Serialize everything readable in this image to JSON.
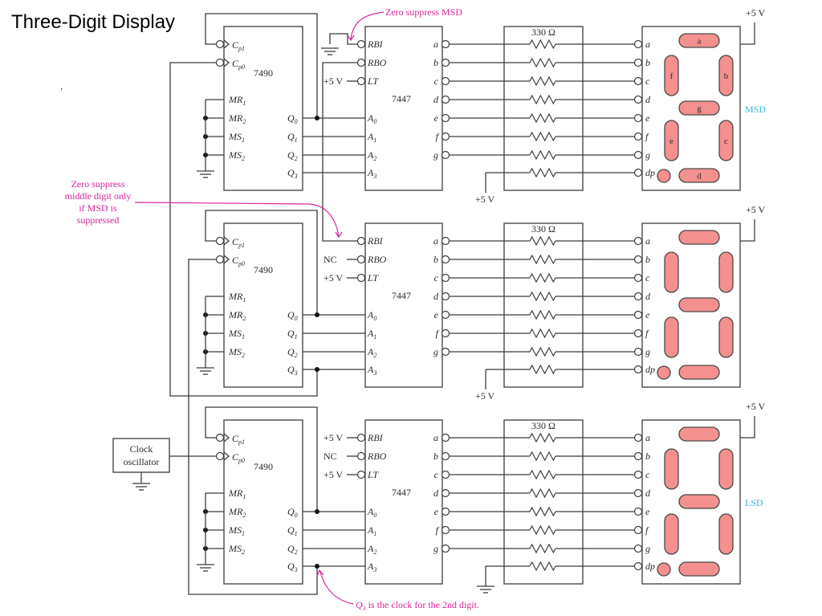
{
  "slide": {
    "title": "Three-Digit Display",
    "stray_mark": ","
  },
  "colors": {
    "segment_fill": "#f4908e",
    "annotation": "#d9249a",
    "digit_label": "#3cb4d8",
    "wire": "#3c3c3c"
  },
  "counter": {
    "chip": "7490",
    "clock_inputs": [
      {
        "main": "C",
        "sub": "p1"
      },
      {
        "main": "C",
        "sub": "p0"
      }
    ],
    "reset_inputs": [
      {
        "main": "MR",
        "sub": "1"
      },
      {
        "main": "MR",
        "sub": "2"
      },
      {
        "main": "MS",
        "sub": "1"
      },
      {
        "main": "MS",
        "sub": "2"
      }
    ],
    "outputs": [
      {
        "main": "Q",
        "sub": "0"
      },
      {
        "main": "Q",
        "sub": "1"
      },
      {
        "main": "Q",
        "sub": "2"
      },
      {
        "main": "Q",
        "sub": "3"
      }
    ]
  },
  "decoder": {
    "chip": "7447",
    "control_pins": [
      "RBI",
      "RBO",
      "LT"
    ],
    "inputs": [
      {
        "main": "A",
        "sub": "0"
      },
      {
        "main": "A",
        "sub": "1"
      },
      {
        "main": "A",
        "sub": "2"
      },
      {
        "main": "A",
        "sub": "3"
      }
    ],
    "outputs": [
      "a",
      "b",
      "c",
      "d",
      "e",
      "f",
      "g"
    ]
  },
  "resistor_network": {
    "value": "330 Ω",
    "count": 8
  },
  "display": {
    "pins": [
      "a",
      "b",
      "c",
      "d",
      "e",
      "f",
      "g",
      "dp"
    ],
    "segment_labels": {
      "a": "a",
      "b": "b",
      "c": "c",
      "d": "d",
      "e": "e",
      "f": "f",
      "g": "g"
    }
  },
  "stages": [
    {
      "name": "MSD",
      "digit_label": "MSD",
      "show_segment_letters": true,
      "rbi_source": "",
      "rbo_source": "",
      "lt_source": "+5 V",
      "supply_label": "+5 V",
      "dp_label": "+5 V"
    },
    {
      "name": "middle",
      "digit_label": "",
      "show_segment_letters": false,
      "rbi_source": "",
      "rbo_source": "NC",
      "lt_source": "+5 V",
      "supply_label": "+5 V",
      "dp_label": "+5 V"
    },
    {
      "name": "LSD",
      "digit_label": "LSD",
      "show_segment_letters": false,
      "rbi_source": "+5 V",
      "rbo_source": "NC",
      "lt_source": "+5 V",
      "supply_label": "+5 V",
      "dp_label": ""
    }
  ],
  "clock": {
    "line1": "Clock",
    "line2": "oscillator"
  },
  "annotations": {
    "zero_suppress_msd": "Zero suppress MSD",
    "zero_suppress_middle": [
      "Zero suppress",
      "middle digit only",
      "if MSD is",
      "suppressed"
    ],
    "q3_clock": {
      "main": "Q",
      "sub": "3",
      "rest": " is the clock for the 2nd digit."
    }
  }
}
